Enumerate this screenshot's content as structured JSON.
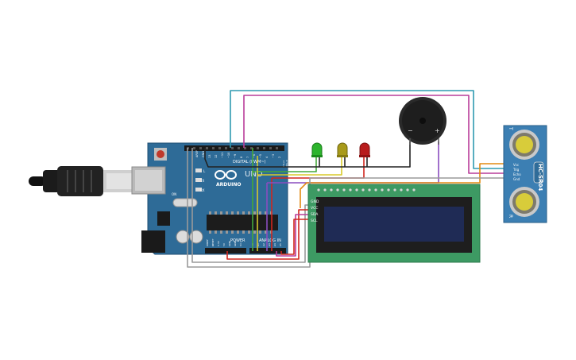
{
  "board": {
    "name": "UNO",
    "brand": "ARDUINO",
    "header_digital": "DIGITAL (PWM~)",
    "header_power": "POWER",
    "header_analog": "ANALOG IN",
    "label_tx": "TX",
    "label_rx": "RX",
    "label_l": "L",
    "label_on": "ON",
    "label_aref": "AREF",
    "label_gnd": "GND",
    "digital_pins": [
      "13",
      "12",
      "~11",
      "~10",
      "~9",
      "8",
      "7",
      "~6",
      "~5",
      "4",
      "~3",
      "2",
      "TX→1",
      "RX←0"
    ],
    "power_pins": [
      "IOREF",
      "RESET",
      "3.3V",
      "5V",
      "GND",
      "GND",
      "Vin"
    ],
    "analog_pins": [
      "A0",
      "A1",
      "A2",
      "A3",
      "A4",
      "A5"
    ]
  },
  "lcd": {
    "pins": [
      "GND",
      "VCC",
      "SDA",
      "SCL"
    ]
  },
  "sensor": {
    "name": "HC-SR04",
    "pins": [
      "Vcc",
      "Trig",
      "Echo",
      "Gnd"
    ],
    "left_mark": "T",
    "right_mark": "R"
  },
  "buzzer": {
    "minus": "−",
    "plus": "+"
  },
  "leds": [
    {
      "color": "green"
    },
    {
      "color": "yellow"
    },
    {
      "color": "red"
    }
  ],
  "colors": {
    "board": "#2e6b97",
    "lcd_pcb": "#3d9a63",
    "lcd_screen": "#1f2b55",
    "wire_teal": "#2e9ab0",
    "wire_magenta": "#b93d9a",
    "wire_red": "#d0261e",
    "wire_orange": "#e38a12",
    "wire_gray": "#9a9a9a",
    "wire_purple": "#8a4dbf",
    "wire_green": "#45a83a",
    "wire_yellow": "#d9c92a",
    "wire_black": "#222222",
    "sensor_board": "#3c7fb3"
  }
}
